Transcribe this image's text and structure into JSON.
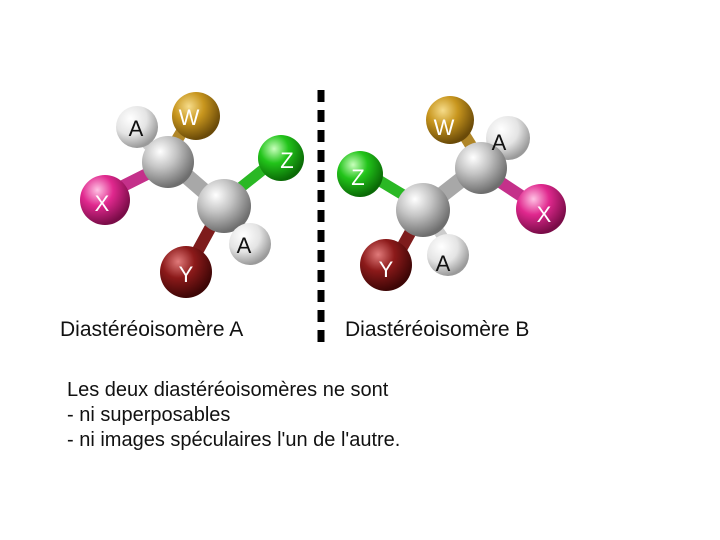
{
  "molecule_a": {
    "caption": "Diastéréoisomère A",
    "labels": {
      "a_top": "A",
      "w": "W",
      "z": "Z",
      "x": "X",
      "a_bottom": "A",
      "y": "Y"
    }
  },
  "molecule_b": {
    "caption": "Diastéréoisomère B",
    "labels": {
      "w": "W",
      "a_top": "A",
      "z": "Z",
      "x": "X",
      "y": "Y",
      "a_bottom": "A"
    }
  },
  "note": {
    "lines": [
      "Les deux diastéréoisomères ne sont",
      "- ni superposables",
      "- ni images spéculaires l'un de l'autre."
    ]
  },
  "colors": {
    "carbon": "#b8b8b8",
    "atom_a": "#e2e2e2",
    "atom_w": "#c8961e",
    "atom_z": "#22c41a",
    "atom_x": "#e0288e",
    "atom_y": "#8c1a1a",
    "mirror": "#000000"
  }
}
